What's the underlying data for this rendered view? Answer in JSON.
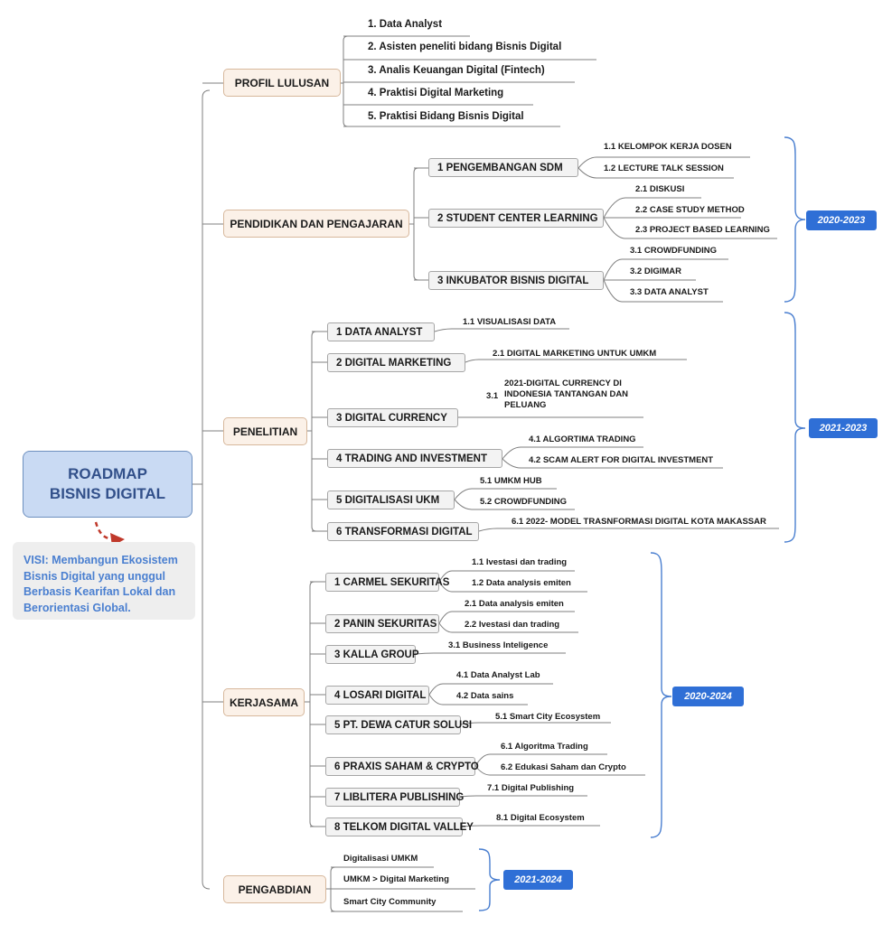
{
  "root": {
    "line1": "ROADMAP",
    "line2": "BISNIS DIGITAL"
  },
  "visi": "VISI: Membangun Ekosistem Bisnis Digital yang unggul Berbasis Kearifan Lokal dan Berorientasi Global.",
  "colors": {
    "root_fill": "#c9daf3",
    "branch_fill": "#fbf1e8",
    "tag_fill": "#2f6fd6",
    "visi_text": "#4a7fd0",
    "arrow": "#c0392b"
  },
  "profil": {
    "label": "PROFIL LULUSAN",
    "items": [
      "1.     Data Analyst",
      "2.     Asisten peneliti bidang Bisnis Digital",
      "3.     Analis Keuangan Digital (Fintech)",
      "4.     Praktisi Digital Marketing",
      "5.     Praktisi Bidang Bisnis Digital"
    ]
  },
  "pendidikan": {
    "label": "PENDIDIKAN DAN PENGAJARAN",
    "period": "2020-2023",
    "subs": [
      {
        "label": "1  PENGEMBANGAN SDM",
        "items": [
          "1.1  KELOMPOK  KERJA DOSEN",
          "1.2  LECTURE TALK SESSION"
        ]
      },
      {
        "label": "2  STUDENT CENTER LEARNING",
        "items": [
          "2.1  DISKUSI",
          "2.2  CASE STUDY METHOD",
          "2.3  PROJECT BASED LEARNING"
        ]
      },
      {
        "label": "3  INKUBATOR BISNIS DIGITAL",
        "items": [
          "3.1  CROWDFUNDING",
          "3.2  DIGIMAR",
          "3.3  DATA ANALYST"
        ]
      }
    ]
  },
  "penelitian": {
    "label": "PENELITIAN",
    "period": "2021-2023",
    "subs": [
      {
        "label": "1  DATA ANALYST",
        "items": [
          "1.1  VISUALISASI DATA"
        ]
      },
      {
        "label": "2  DIGITAL MARKETING",
        "items": [
          "2.1  DIGITAL MARKETING UNTUK UMKM"
        ]
      },
      {
        "label": "3  DIGITAL CURRENCY",
        "items_num": "3.1",
        "items_text": "2021-DIGITAL CURRENCY DI INDONESIA TANTANGAN DAN PELUANG"
      },
      {
        "label": "4  TRADING AND INVESTMENT",
        "items": [
          "4.1  ALGORTIMA TRADING",
          "4.2  SCAM ALERT FOR DIGITAL INVESTMENT"
        ]
      },
      {
        "label": "5  DIGITALISASI UKM",
        "items": [
          "5.1  UMKM HUB",
          "5.2  CROWDFUNDING"
        ]
      },
      {
        "label": "6  TRANSFORMASI DIGITAL",
        "items": [
          "6.1  2022- MODEL TRASNFORMASI DIGITAL KOTA MAKASSAR"
        ]
      }
    ]
  },
  "kerjasama": {
    "label": "KERJASAMA",
    "period": "2020-2024",
    "subs": [
      {
        "label": "1  CARMEL SEKURITAS",
        "items": [
          "1.1  Ivestasi dan trading",
          "1.2  Data analysis emiten"
        ]
      },
      {
        "label": "2  PANIN SEKURITAS",
        "items": [
          "2.1  Data analysis emiten",
          "2.2  Ivestasi dan trading"
        ]
      },
      {
        "label": "3  KALLA GROUP",
        "items": [
          "3.1  Business Inteligence"
        ]
      },
      {
        "label": "4  LOSARI DIGITAL",
        "items": [
          "4.1  Data Analyst Lab",
          "4.2  Data sains"
        ]
      },
      {
        "label": "5  PT. DEWA CATUR SOLUSI",
        "items": [
          "5.1  Smart City Ecosystem"
        ]
      },
      {
        "label": "6  PRAXIS SAHAM & CRYPTO",
        "items": [
          "6.1  Algoritma Trading",
          "6.2  Edukasi Saham dan Crypto"
        ]
      },
      {
        "label": "7  LIBLITERA PUBLISHING",
        "items": [
          "7.1  Digital Publishing"
        ]
      },
      {
        "label": "8  TELKOM DIGITAL VALLEY",
        "items": [
          "8.1  Digital Ecosystem"
        ]
      }
    ]
  },
  "pengabdian": {
    "label": "PENGABDIAN",
    "period": "2021-2024",
    "items": [
      "Digitalisasi UMKM",
      "UMKM > Digital Marketing",
      "Smart City Community"
    ]
  }
}
